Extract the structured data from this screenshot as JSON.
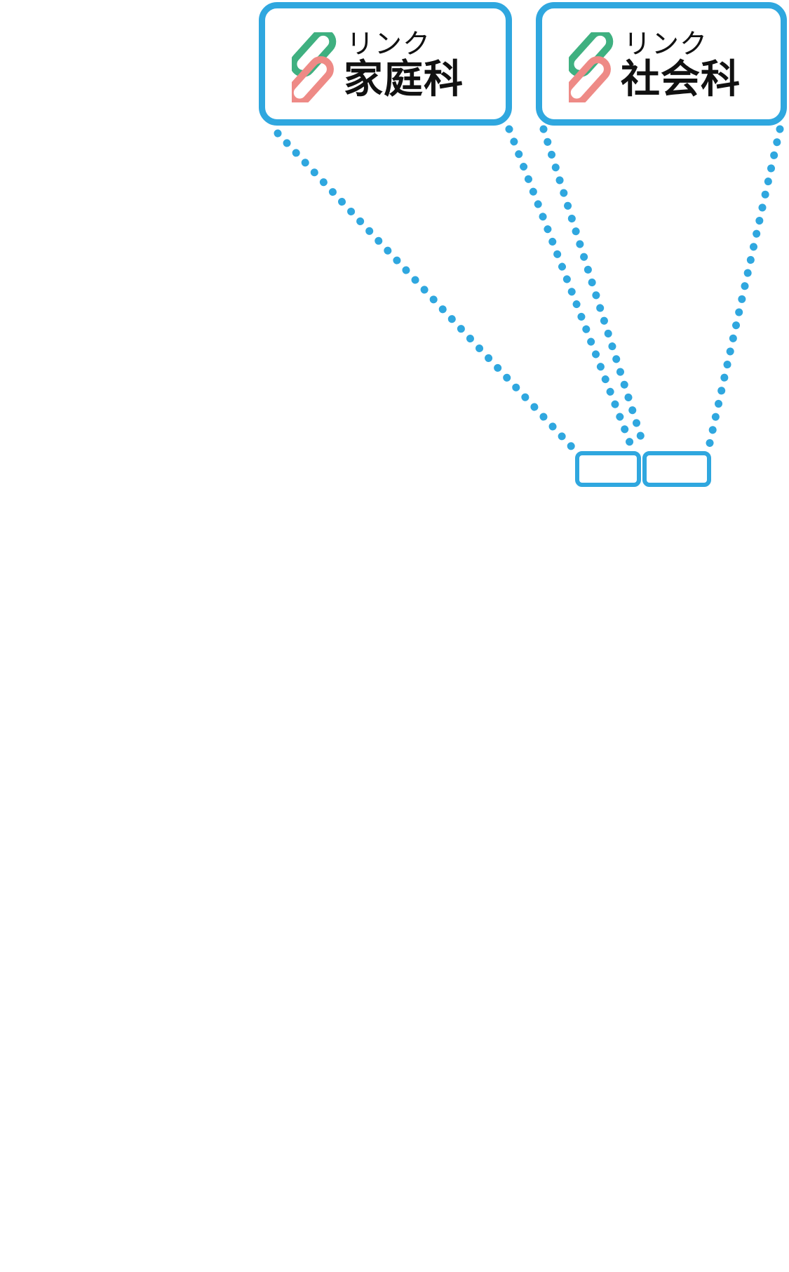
{
  "accent_color": "#2fa7df",
  "clip_icon": {
    "name": "paperclip-link-icon",
    "colors": [
      "#3fb080",
      "#ee8a86"
    ]
  },
  "links": [
    {
      "prefix": "リンク",
      "subject": "家庭科"
    },
    {
      "prefix": "リンク",
      "subject": "社会科"
    }
  ]
}
